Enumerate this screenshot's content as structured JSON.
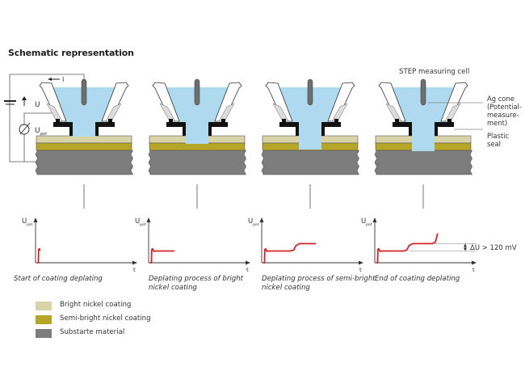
{
  "title": "Schematic representation",
  "colors": {
    "bright_nickel": "#d9d3a8",
    "semi_bright_nickel": "#b5a628",
    "substrate": "#7d7d7d",
    "electrolyte": "#aed9ee",
    "seal": "#111111",
    "cone_wall": "#ffffff",
    "cone_inner": "#dcdcdc",
    "electrode": "#6e6e6e",
    "curve": "#d2232a",
    "axis": "#333333",
    "wire": "#555555"
  },
  "cell_labels": {
    "top": "STEP measuring cell",
    "ag_cone": [
      "Ag cone",
      "(Potential-",
      "measure-",
      "ment)"
    ],
    "plastic_seal": [
      "Plastic",
      "seal"
    ]
  },
  "circuit_labels": {
    "current": "I",
    "voltage": "U",
    "potential_main": "U",
    "potential_sub": "pot"
  },
  "stages": [
    {
      "id": "start",
      "depth": "bright-top",
      "caption": [
        "Start of coating deplating"
      ]
    },
    {
      "id": "bright",
      "depth": "bright-through",
      "caption": [
        "Deplating process of bright",
        "nickel coating"
      ]
    },
    {
      "id": "semi",
      "depth": "semi-through",
      "caption": [
        "Deplating process of semi-bright",
        "nickel coating"
      ]
    },
    {
      "id": "end",
      "depth": "substrate",
      "caption": [
        "End of coating deplating"
      ]
    }
  ],
  "chart_data": [
    {
      "type": "line",
      "title": "Start of coating deplating",
      "xlabel": "t",
      "ylabel": "Upot",
      "series": [
        {
          "name": "Upot",
          "points": [
            [
              0.03,
              0
            ],
            [
              0.05,
              0
            ],
            [
              0.055,
              0.55
            ],
            [
              0.07,
              0.57
            ],
            [
              0.08,
              0.5
            ]
          ]
        }
      ],
      "xlim": [
        0,
        1
      ],
      "ylim": [
        0,
        1
      ]
    },
    {
      "type": "line",
      "title": "Deplating process of bright nickel coating",
      "xlabel": "t",
      "ylabel": "Upot",
      "series": [
        {
          "name": "Upot",
          "points": [
            [
              0.03,
              0
            ],
            [
              0.05,
              0
            ],
            [
              0.055,
              0.55
            ],
            [
              0.07,
              0.57
            ],
            [
              0.09,
              0.47
            ],
            [
              0.12,
              0.48
            ],
            [
              0.45,
              0.48
            ]
          ]
        }
      ],
      "xlim": [
        0,
        1
      ],
      "ylim": [
        0,
        1
      ]
    },
    {
      "type": "line",
      "title": "Deplating process of semi-bright nickel coating",
      "xlabel": "t",
      "ylabel": "Upot",
      "series": [
        {
          "name": "Upot",
          "points": [
            [
              0.03,
              0
            ],
            [
              0.05,
              0
            ],
            [
              0.055,
              0.55
            ],
            [
              0.07,
              0.57
            ],
            [
              0.09,
              0.47
            ],
            [
              0.12,
              0.48
            ],
            [
              0.5,
              0.48
            ],
            [
              0.56,
              0.52
            ],
            [
              0.6,
              0.7
            ],
            [
              0.66,
              0.78
            ],
            [
              0.95,
              0.78
            ]
          ]
        }
      ],
      "xlim": [
        0,
        1
      ],
      "ylim": [
        0,
        1
      ]
    },
    {
      "type": "line",
      "title": "End of coating deplating",
      "xlabel": "t",
      "ylabel": "Upot",
      "annotation": "ΔU > 120 mV",
      "series": [
        {
          "name": "Upot",
          "points": [
            [
              0.03,
              0
            ],
            [
              0.05,
              0
            ],
            [
              0.055,
              0.55
            ],
            [
              0.07,
              0.57
            ],
            [
              0.09,
              0.47
            ],
            [
              0.12,
              0.48
            ],
            [
              0.5,
              0.48
            ],
            [
              0.56,
              0.52
            ],
            [
              0.6,
              0.7
            ],
            [
              0.66,
              0.78
            ],
            [
              1.0,
              0.78
            ],
            [
              1.06,
              0.84
            ],
            [
              1.1,
              1.2
            ]
          ]
        }
      ],
      "xlim": [
        0,
        1.4
      ],
      "ylim": [
        0,
        1.2
      ]
    }
  ],
  "legend": [
    {
      "label": "Bright nickel coating",
      "color": "#d9d3a8"
    },
    {
      "label": "Semi-bright nickel coating",
      "color": "#b5a628"
    },
    {
      "label": "Substarte material",
      "color": "#7d7d7d"
    }
  ]
}
